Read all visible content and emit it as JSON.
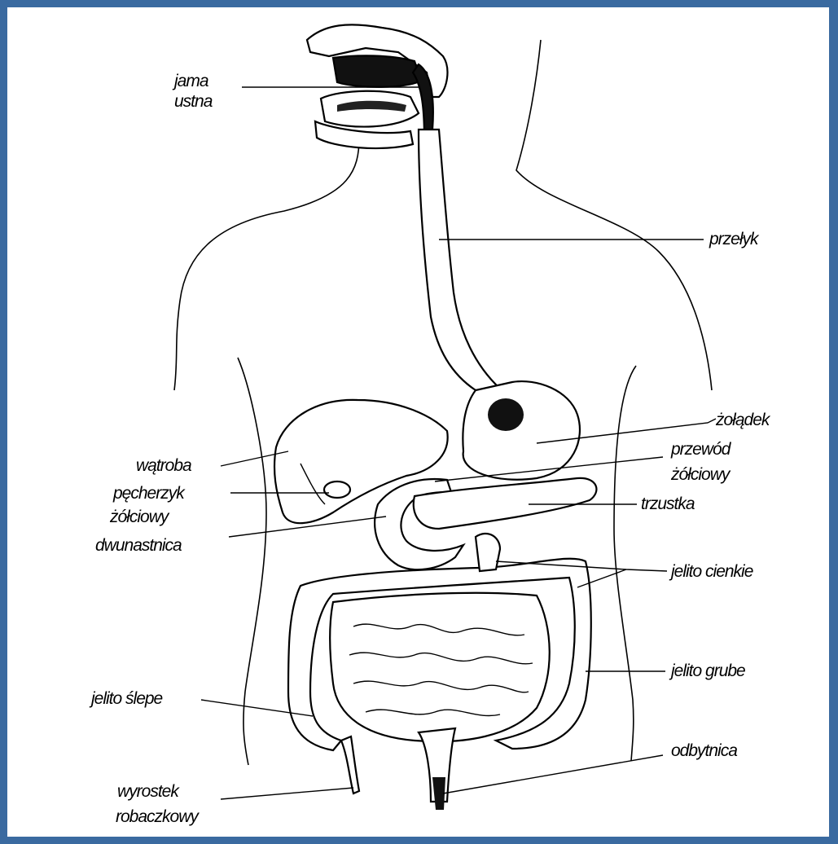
{
  "colors": {
    "border": "#3a6aa0",
    "background": "#ffffff",
    "ink": "#000000"
  },
  "labels": {
    "jama_line1": "jama",
    "jama_line2": "ustna",
    "przelyk": "przełyk",
    "zoladek": "żołądek",
    "watroba": "wątroba",
    "przewod_line1": "przewód",
    "przewod_line2": "żółciowy",
    "pecherzyk_line1": "pęcherzyk",
    "pecherzyk_line2": "żółciowy",
    "trzustka": "trzustka",
    "dwunastnica": "dwunastnica",
    "jelito_cienkie": "jelito cienkie",
    "jelito_grube": "jelito grube",
    "jelito_slepe": "jelito ślepe",
    "odbytnica": "odbytnica",
    "wyrostek_line1": "wyrostek",
    "wyrostek_line2": "robaczkowy"
  }
}
